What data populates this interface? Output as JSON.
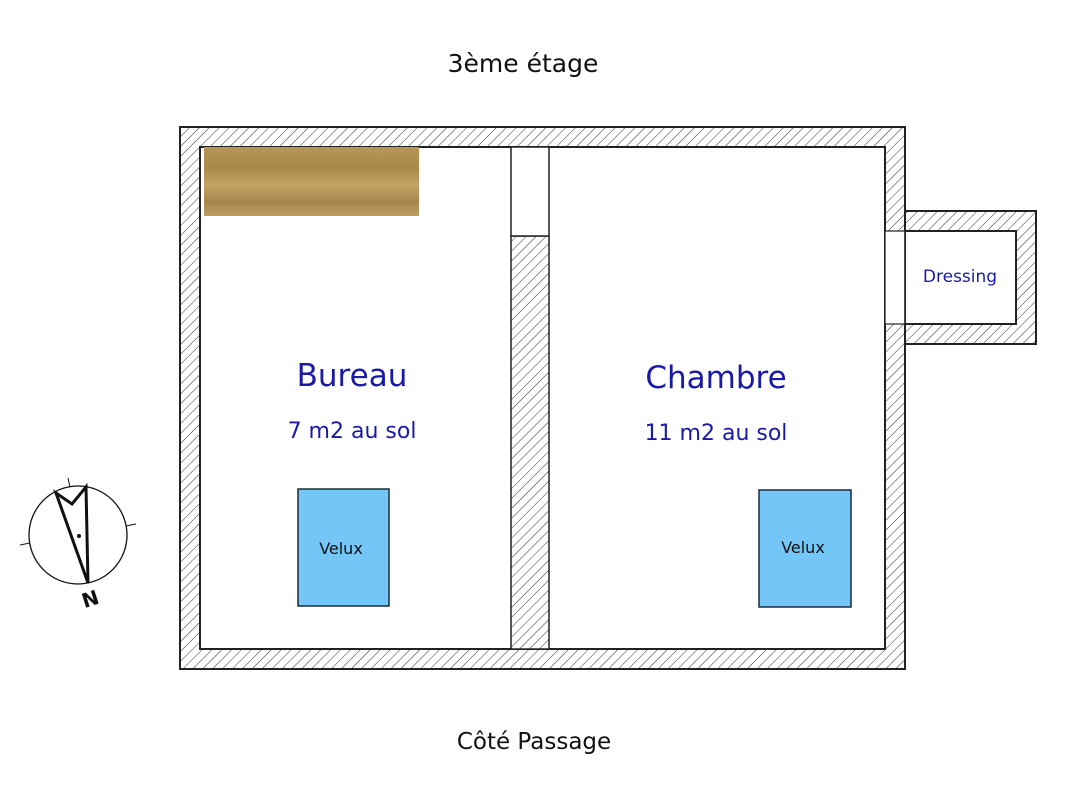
{
  "title": "3ème étage",
  "footer": "Côté Passage",
  "rooms": {
    "bureau": {
      "name": "Bureau",
      "area": "7 m2 au sol"
    },
    "chambre": {
      "name": "Chambre",
      "area": "11 m2 au sol"
    },
    "dressing": {
      "name": "Dressing"
    }
  },
  "velux_label": "Velux",
  "compass_label": "N",
  "colors": {
    "room_text": "#1a1aa6",
    "velux": "#74c6f7",
    "wood": "#b08f4e"
  }
}
